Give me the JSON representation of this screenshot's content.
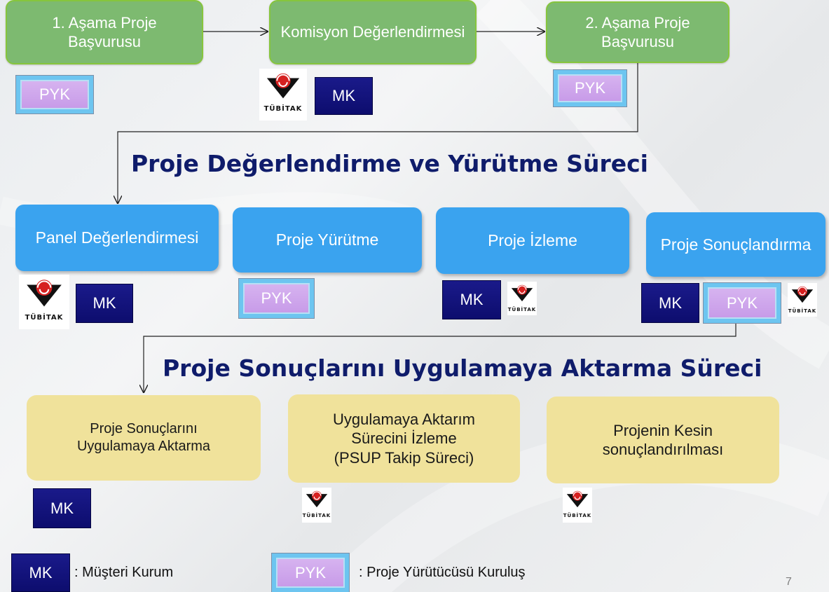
{
  "top_row": {
    "step1": "1. Aşama Proje Başvurusu",
    "step2": "Komisyon Değerlendirmesi",
    "step3": "2. Aşama Proje Başvurusu"
  },
  "section1_title": "Proje Değerlendirme ve Yürütme Süreci",
  "middle_row": {
    "panel": "Panel Değerlendirmesi",
    "yurutme": "Proje Yürütme",
    "izleme": "Proje İzleme",
    "sonuclandirma": "Proje Sonuçlandırma"
  },
  "section2_title": "Proje Sonuçlarını Uygulamaya Aktarma Süreci",
  "bottom_row": {
    "aktarma": "Proje Sonuçlarını Uygulamaya Aktarma",
    "izleme_line1": "Uygulamaya Aktarım",
    "izleme_line2": "Sürecini İzleme",
    "izleme_line3": "(PSUP Takip Süreci)",
    "kesin": "Projenin Kesin sonuçlandırılması"
  },
  "badges": {
    "mk": "MK",
    "pyk": "PYK",
    "tubitak": "TÜBİTAK"
  },
  "legend": {
    "mk_label": "MK",
    "mk_desc": ": Müşteri Kurum",
    "pyk_label": "PYK",
    "pyk_desc": ": Proje Yürütücüsü Kuruluş"
  },
  "page_number": "7",
  "colors": {
    "green": "#7dba70",
    "blue": "#3aa3ef",
    "yellow": "#f0e29b",
    "mk": "#0d0d6e",
    "pyk": "#c79ae8",
    "heading": "#0f1c6b"
  }
}
